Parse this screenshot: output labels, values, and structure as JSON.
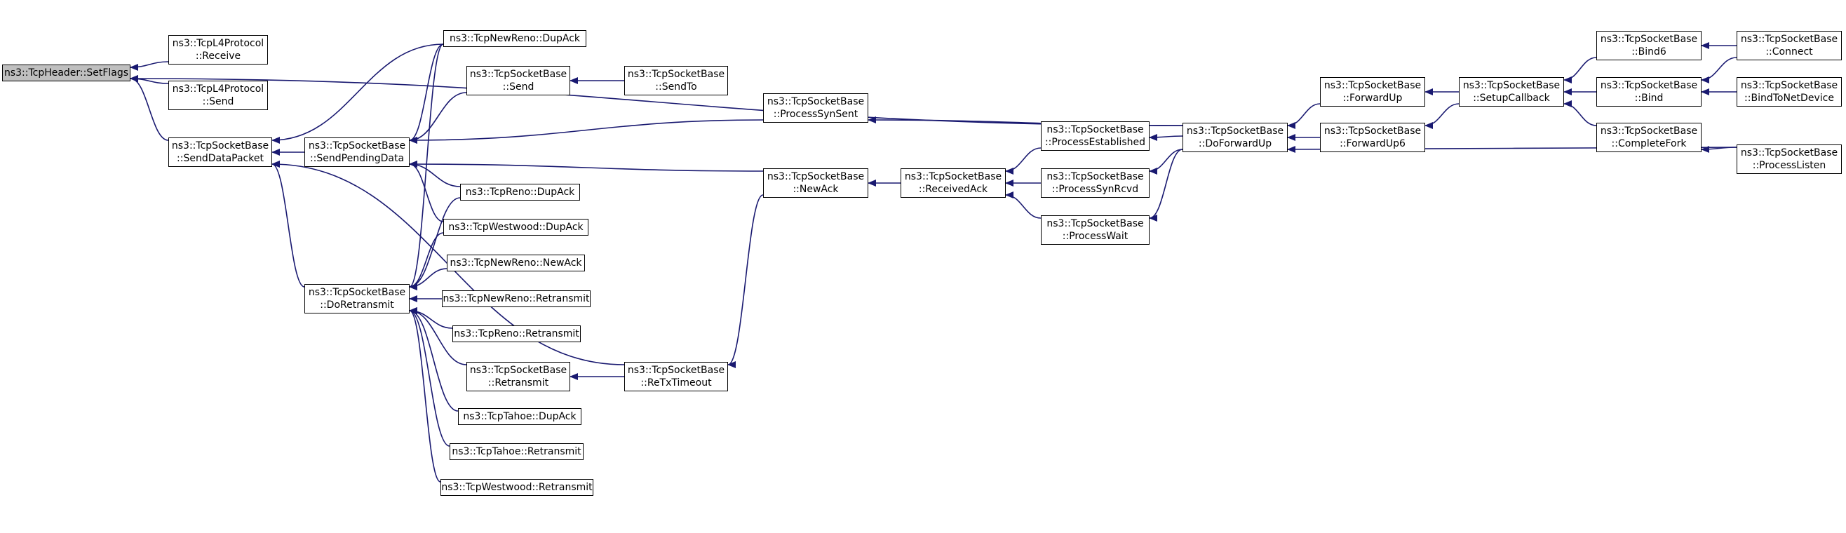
{
  "colors": {
    "edge": "#191970",
    "node_border": "#000000",
    "root_fill": "#bfbfbf",
    "node_fill": "#ffffff"
  },
  "nodes": {
    "setflags": [
      "ns3::TcpHeader::SetFlags"
    ],
    "l4receive": [
      "ns3::TcpL4Protocol",
      "::Receive"
    ],
    "l4send": [
      "ns3::TcpL4Protocol",
      "::Send"
    ],
    "senddatapacket": [
      "ns3::TcpSocketBase",
      "::SendDataPacket"
    ],
    "sendpendingdata": [
      "ns3::TcpSocketBase",
      "::SendPendingData"
    ],
    "doretransmit": [
      "ns3::TcpSocketBase",
      "::DoRetransmit"
    ],
    "newreno_dupack": [
      "ns3::TcpNewReno::DupAck"
    ],
    "sb_send": [
      "ns3::TcpSocketBase",
      "::Send"
    ],
    "sb_sendto": [
      "ns3::TcpSocketBase",
      "::SendTo"
    ],
    "reno_dupack": [
      "ns3::TcpReno::DupAck"
    ],
    "westwood_dupack": [
      "ns3::TcpWestwood::DupAck"
    ],
    "newreno_newack": [
      "ns3::TcpNewReno::NewAck"
    ],
    "newreno_retransmit": [
      "ns3::TcpNewReno::Retransmit"
    ],
    "reno_retransmit": [
      "ns3::TcpReno::Retransmit"
    ],
    "sb_retransmit": [
      "ns3::TcpSocketBase",
      "::Retransmit"
    ],
    "tahoe_dupack": [
      "ns3::TcpTahoe::DupAck"
    ],
    "tahoe_retransmit": [
      "ns3::TcpTahoe::Retransmit"
    ],
    "westwood_retransmit": [
      "ns3::TcpWestwood::Retransmit"
    ],
    "retxtimeout": [
      "ns3::TcpSocketBase",
      "::ReTxTimeout"
    ],
    "processsynsent": [
      "ns3::TcpSocketBase",
      "::ProcessSynSent"
    ],
    "newack": [
      "ns3::TcpSocketBase",
      "::NewAck"
    ],
    "receivedack": [
      "ns3::TcpSocketBase",
      "::ReceivedAck"
    ],
    "processestablished": [
      "ns3::TcpSocketBase",
      "::ProcessEstablished"
    ],
    "processsynrcvd": [
      "ns3::TcpSocketBase",
      "::ProcessSynRcvd"
    ],
    "processwait": [
      "ns3::TcpSocketBase",
      "::ProcessWait"
    ],
    "doforwardup": [
      "ns3::TcpSocketBase",
      "::DoForwardUp"
    ],
    "forwardup": [
      "ns3::TcpSocketBase",
      "::ForwardUp"
    ],
    "forwardup6": [
      "ns3::TcpSocketBase",
      "::ForwardUp6"
    ],
    "setupcallback": [
      "ns3::TcpSocketBase",
      "::SetupCallback"
    ],
    "bind6": [
      "ns3::TcpSocketBase",
      "::Bind6"
    ],
    "bind": [
      "ns3::TcpSocketBase",
      "::Bind"
    ],
    "completefork": [
      "ns3::TcpSocketBase",
      "::CompleteFork"
    ],
    "connect": [
      "ns3::TcpSocketBase",
      "::Connect"
    ],
    "bindtonetdevice": [
      "ns3::TcpSocketBase",
      "::BindToNetDevice"
    ],
    "processlisten": [
      "ns3::TcpSocketBase",
      "::ProcessListen"
    ]
  },
  "edges": [
    [
      "l4receive",
      "setflags"
    ],
    [
      "l4send",
      "setflags"
    ],
    [
      "senddatapacket",
      "setflags"
    ],
    [
      "doforwardup",
      "setflags"
    ],
    [
      "sendpendingdata",
      "senddatapacket"
    ],
    [
      "doretransmit",
      "senddatapacket"
    ],
    [
      "retxtimeout",
      "senddatapacket"
    ],
    [
      "newreno_dupack",
      "senddatapacket"
    ],
    [
      "sb_send",
      "sendpendingdata"
    ],
    [
      "processsynsent",
      "sendpendingdata"
    ],
    [
      "newack",
      "sendpendingdata"
    ],
    [
      "newreno_dupack",
      "sendpendingdata"
    ],
    [
      "reno_dupack",
      "sendpendingdata"
    ],
    [
      "westwood_dupack",
      "sendpendingdata"
    ],
    [
      "reno_dupack",
      "doretransmit"
    ],
    [
      "westwood_dupack",
      "doretransmit"
    ],
    [
      "newreno_newack",
      "doretransmit"
    ],
    [
      "newreno_retransmit",
      "doretransmit"
    ],
    [
      "reno_retransmit",
      "doretransmit"
    ],
    [
      "sb_retransmit",
      "doretransmit"
    ],
    [
      "tahoe_dupack",
      "doretransmit"
    ],
    [
      "tahoe_retransmit",
      "doretransmit"
    ],
    [
      "westwood_retransmit",
      "doretransmit"
    ],
    [
      "newreno_dupack",
      "doretransmit"
    ],
    [
      "sb_sendto",
      "sb_send"
    ],
    [
      "retxtimeout",
      "sb_retransmit"
    ],
    [
      "newack",
      "retxtimeout"
    ],
    [
      "doforwardup",
      "processsynsent"
    ],
    [
      "receivedack",
      "newack"
    ],
    [
      "processestablished",
      "receivedack"
    ],
    [
      "processsynrcvd",
      "receivedack"
    ],
    [
      "processwait",
      "receivedack"
    ],
    [
      "doforwardup",
      "processestablished"
    ],
    [
      "doforwardup",
      "processsynrcvd"
    ],
    [
      "doforwardup",
      "processwait"
    ],
    [
      "forwardup",
      "doforwardup"
    ],
    [
      "forwardup6",
      "doforwardup"
    ],
    [
      "processlisten",
      "doforwardup"
    ],
    [
      "setupcallback",
      "forwardup"
    ],
    [
      "setupcallback",
      "forwardup6"
    ],
    [
      "bind6",
      "setupcallback"
    ],
    [
      "bind",
      "setupcallback"
    ],
    [
      "completefork",
      "setupcallback"
    ],
    [
      "connect",
      "bind6"
    ],
    [
      "connect",
      "bind"
    ],
    [
      "bindtonetdevice",
      "bind"
    ],
    [
      "processlisten",
      "completefork"
    ]
  ]
}
